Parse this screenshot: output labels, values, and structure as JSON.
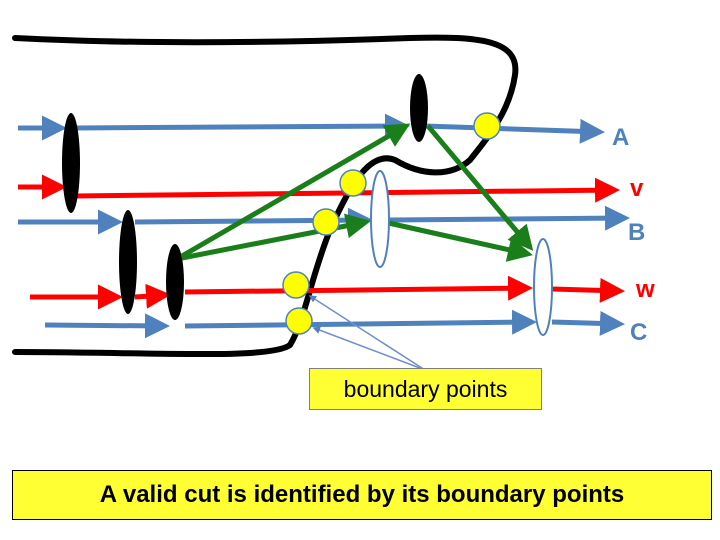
{
  "lanes": {
    "A": {
      "label": "A",
      "color": "#4f81bd"
    },
    "v": {
      "label": "v",
      "color": "#ff0000"
    },
    "B": {
      "label": "B",
      "color": "#4f81bd"
    },
    "w": {
      "label": "w",
      "color": "#ff0000"
    },
    "C": {
      "label": "C",
      "color": "#4f81bd"
    }
  },
  "colors": {
    "cut_line": "#000000",
    "dependency_arrow": "#1a7f1a",
    "boundary_point": "#ffff00",
    "event_filled": "#000000",
    "event_hollow": "#ffffff",
    "callout_pointer": "#6f8fc9"
  },
  "callout": {
    "text": "boundary points"
  },
  "caption": {
    "text": "A valid cut is identified by its boundary points"
  }
}
